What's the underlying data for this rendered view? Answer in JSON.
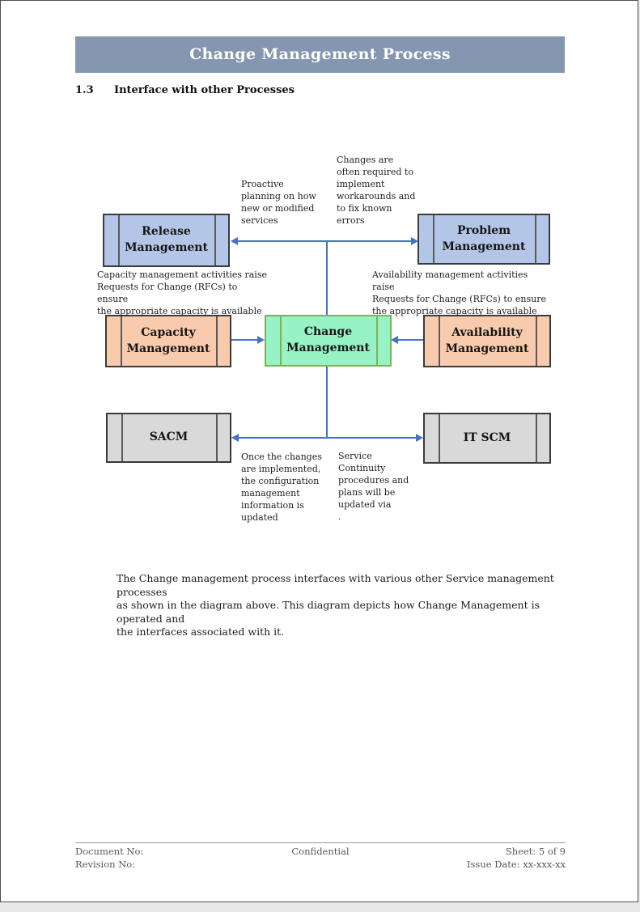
{
  "banner": {
    "title": "Change Management Process"
  },
  "section": {
    "number": "1.3",
    "title": "Interface with other Processes"
  },
  "diagram": {
    "nodes": {
      "release": {
        "label": "Release Management"
      },
      "problem": {
        "label": "Problem Management"
      },
      "capacity": {
        "label": "Capacity Management"
      },
      "change": {
        "label": "Change Management"
      },
      "availability": {
        "label": "Availability Management"
      },
      "sacm": {
        "label": "SACM"
      },
      "itscm": {
        "label": "IT SCM"
      }
    },
    "annotations": {
      "proactive": "Proactive\nplanning on how\nnew or modified\nservices",
      "changes": "Changes are\noften required to\nimplement\nworkarounds and\nto fix known\nerrors",
      "capacity_rfc": "Capacity management activities raise\nRequests for Change (RFCs) to ensure\nthe appropriate capacity is available",
      "availability_rfc": "Availability management activities raise\nRequests for Change (RFCs) to ensure\nthe appropriate capacity is available",
      "sacm_note": "Once the changes\nare implemented,\nthe configuration\nmanagement\ninformation is\nupdated",
      "itscm_note": "Service\nContinuity\nprocedures and\nplans will be\nupdated via\n."
    }
  },
  "paragraph": "The Change management process interfaces with various other Service management processes\nas shown in the diagram above. This diagram depicts how Change Management is operated and\nthe interfaces associated with it.",
  "footer": {
    "document_no": "Document No:",
    "revision_no": "Revision No:",
    "confidential": "Confidential",
    "sheet": "Sheet: 5 of 9",
    "issue_date": "Issue Date: xx-xxx-xx"
  },
  "colors": {
    "banner_bg": "#8496b0",
    "node_blue": "#b4c6e7",
    "node_peach": "#f8cbad",
    "node_green": "#97f2c6",
    "node_green_border": "#7fb254",
    "node_gray": "#d9d9d9",
    "arrow_blue": "#4472c4"
  }
}
